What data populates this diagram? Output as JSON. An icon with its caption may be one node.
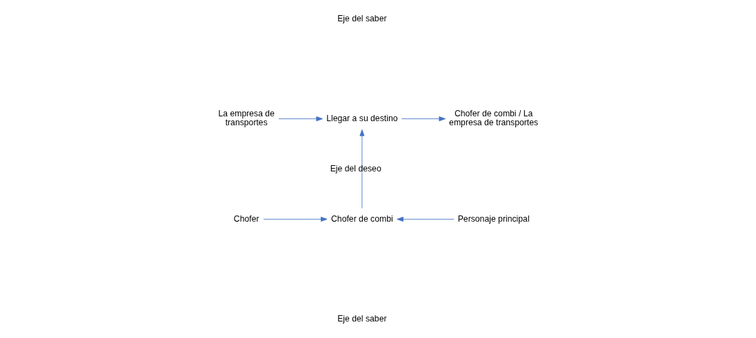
{
  "diagram": {
    "nodes": [
      {
        "text": [
          "La empresa de transportes"
        ]
      },
      {
        "text": [
          "Llegar a su destino"
        ]
      },
      {
        "text": [
          "Chofer de combi / La empresa de transportes"
        ]
      },
      {
        "text": [
          "Chofer"
        ]
      },
      {
        "text": [
          "Chofer de combi"
        ]
      },
      {
        "text": [
          "Personaje principal"
        ]
      }
    ],
    "edges": [
      {
        "from": 0,
        "to": 1,
        "arrow": "to"
      },
      {
        "from": 1,
        "to": 2,
        "arrow": "to"
      },
      {
        "from": 4,
        "to": 1,
        "arrow": "to",
        "label": "Eje del deseo"
      },
      {
        "from": 3,
        "to": 4,
        "arrow": "to"
      },
      {
        "from": 5,
        "to": 4,
        "arrow": "to"
      }
    ],
    "labels": [
      "Eje del saber",
      "Eje del saber"
    ]
  }
}
